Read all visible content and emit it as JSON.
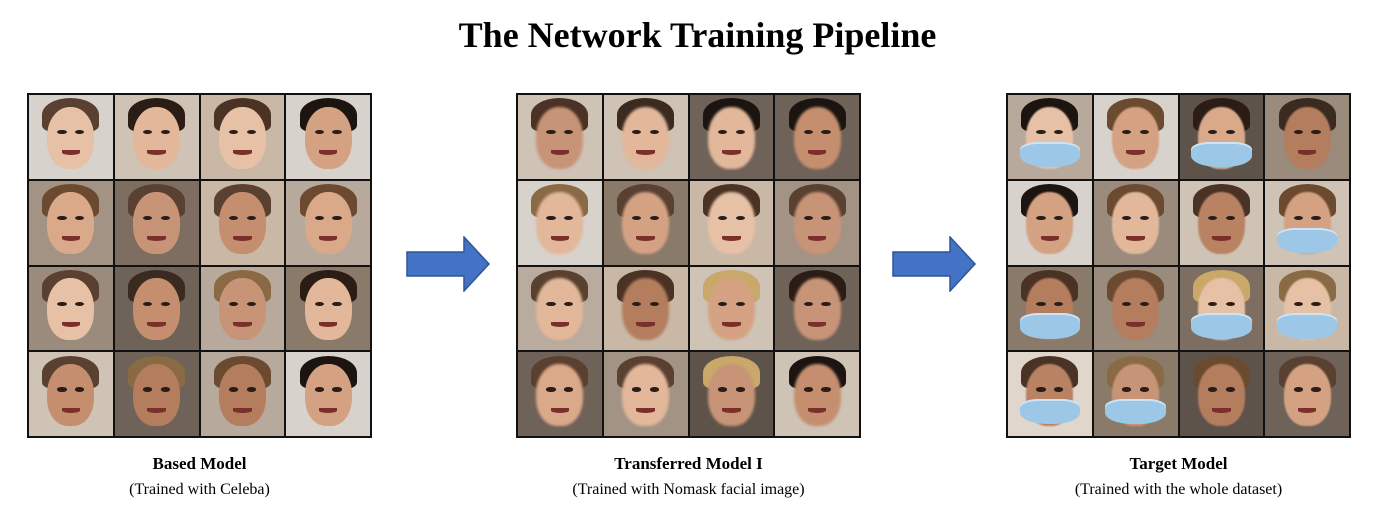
{
  "title": "The Network Training Pipeline",
  "panels": [
    {
      "title": "Based Model",
      "subtitle": "(Trained with Celeba)"
    },
    {
      "title": "Transferred Model I",
      "subtitle": "(Trained with Nomask facial image)"
    },
    {
      "title": "Target Model",
      "subtitle": "(Trained with the whole dataset)"
    }
  ],
  "colors": {
    "arrow_fill": "#4472c4",
    "arrow_stroke": "#2f5597",
    "grid_border": "#111111"
  }
}
